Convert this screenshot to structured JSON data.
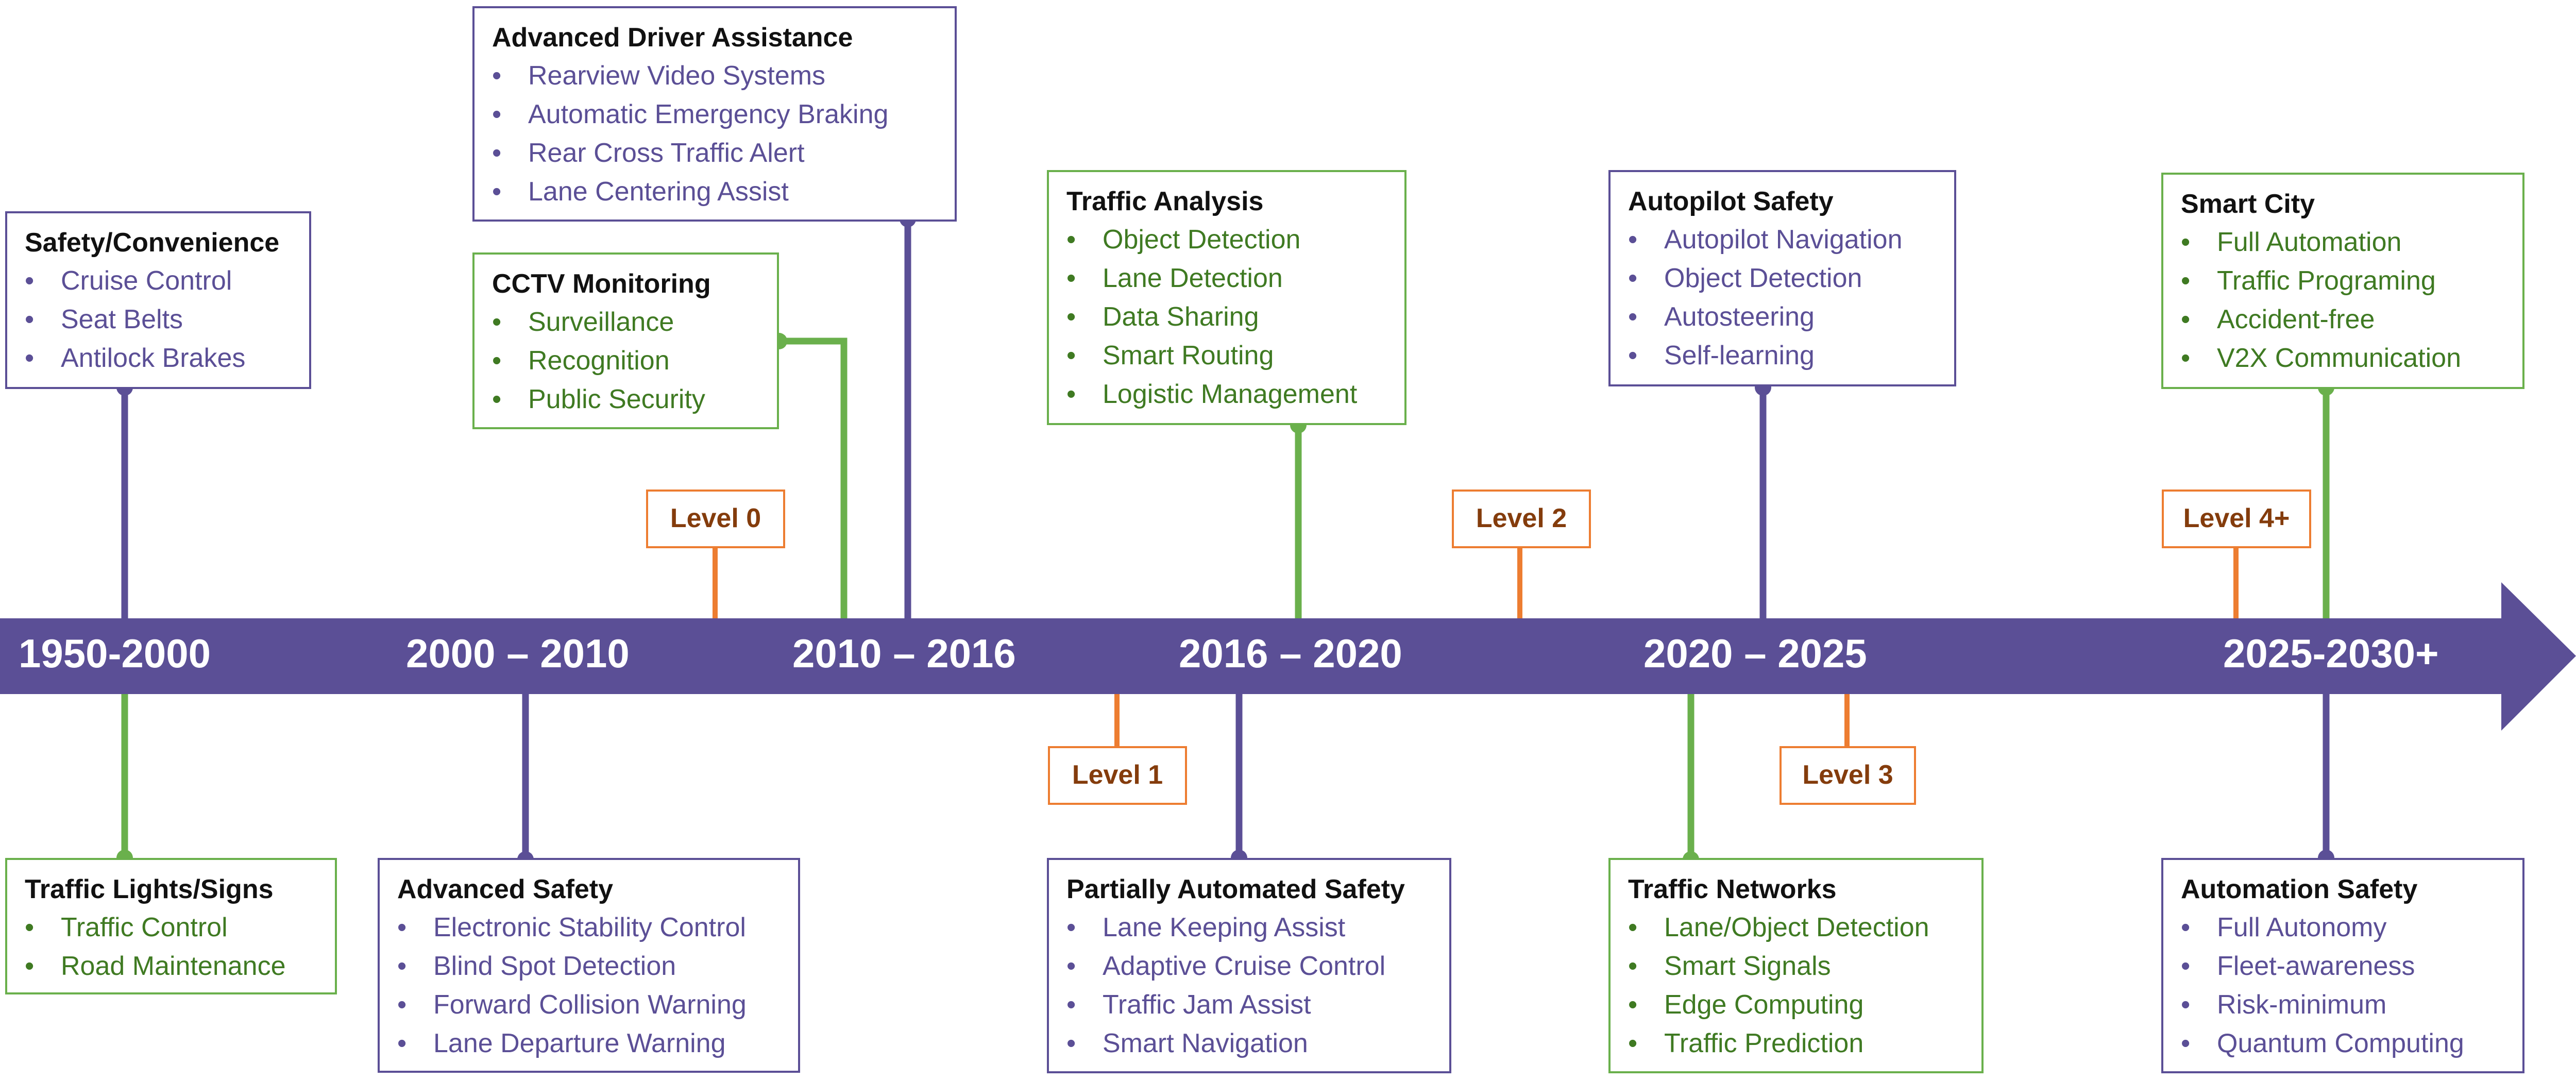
{
  "colors": {
    "purple": "#5b4f96",
    "green": "#6ab04c",
    "orange": "#ed7d31",
    "level_text": "#843c0c",
    "green_text": "#3f7a22"
  },
  "eras": [
    "1950-2000",
    "2000 – 2010",
    "2010 – 2016",
    "2016 – 2020",
    "2020 – 2025",
    "2025-2030+"
  ],
  "levels": [
    "Level 0",
    "Level 1",
    "Level 2",
    "Level 3",
    "Level 4+"
  ],
  "boxes": {
    "safety_convenience": {
      "title": "Safety/Convenience",
      "items": [
        "Cruise Control",
        "Seat Belts",
        "Antilock Brakes"
      ]
    },
    "traffic_lights": {
      "title": "Traffic Lights/Signs",
      "items": [
        "Traffic Control",
        "Road Maintenance"
      ]
    },
    "advanced_safety": {
      "title": "Advanced Safety",
      "items": [
        "Electronic Stability Control",
        "Blind Spot Detection",
        "Forward Collision Warning",
        "Lane Departure Warning"
      ]
    },
    "cctv": {
      "title": "CCTV Monitoring",
      "items": [
        "Surveillance",
        "Recognition",
        "Public Security"
      ]
    },
    "adas": {
      "title": "Advanced Driver Assistance",
      "items": [
        "Rearview Video Systems",
        "Automatic Emergency Braking",
        "Rear Cross Traffic Alert",
        "Lane Centering Assist"
      ]
    },
    "traffic_analysis": {
      "title": "Traffic Analysis",
      "items": [
        "Object Detection",
        "Lane Detection",
        "Data Sharing",
        "Smart Routing",
        "Logistic Management"
      ]
    },
    "partial_auto": {
      "title": "Partially Automated Safety",
      "items": [
        "Lane Keeping Assist",
        "Adaptive Cruise Control",
        "Traffic Jam Assist",
        "Smart Navigation"
      ]
    },
    "autopilot": {
      "title": "Autopilot Safety",
      "items": [
        "Autopilot Navigation",
        "Object Detection",
        "Autosteering",
        "Self-learning"
      ]
    },
    "traffic_networks": {
      "title": "Traffic Networks",
      "items": [
        "Lane/Object Detection",
        "Smart Signals",
        "Edge Computing",
        "Traffic Prediction"
      ]
    },
    "smart_city": {
      "title": "Smart City",
      "items": [
        "Full Automation",
        "Traffic Programing",
        "Accident-free",
        "V2X Communication"
      ]
    },
    "automation_safety": {
      "title": "Automation Safety",
      "items": [
        "Full Autonomy",
        "Fleet-awareness",
        "Risk-minimum",
        "Quantum Computing"
      ]
    }
  }
}
